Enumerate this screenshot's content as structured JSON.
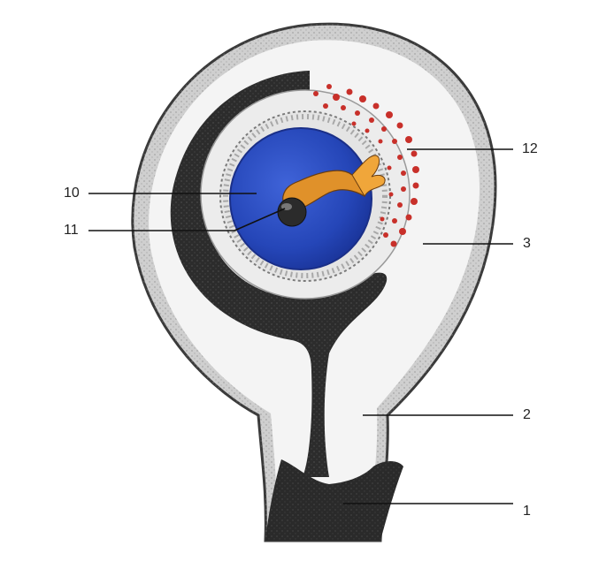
{
  "labels": {
    "l10": "10",
    "l11": "11",
    "l12": "12",
    "l3": "3",
    "l2": "2",
    "l1": "1"
  },
  "colors": {
    "wall": "#2e2e2e",
    "cavity": "#f2f2f2",
    "amnion": "#2c4fc6",
    "embryo": "#e0912a",
    "villi": "#c8302a",
    "leader": "#111111"
  }
}
